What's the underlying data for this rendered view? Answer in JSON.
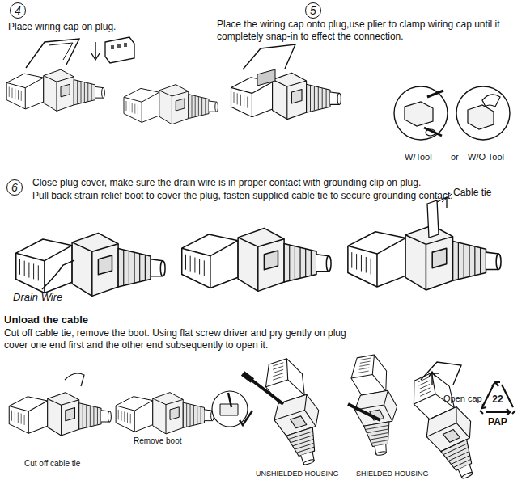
{
  "diagram": {
    "nodes": [
      {
        "text": [
          "4"
        ]
      },
      {
        "text": [
          "5"
        ]
      },
      {
        "text": [
          "6"
        ]
      },
      {
        "text": [
          "22",
          "PAP"
        ]
      }
    ],
    "labels": [
      "Place wiring cap on plug.",
      "Place the wiring cap onto plug,use plier to clamp wiring cap until it completely snap-in to effect the connection.",
      "W/Tool",
      "or",
      "W/O Tool",
      "Close plug cover, make sure the drain wire is in proper contact with grounding clip on plug.",
      "Pull back strain relief boot to cover the plug, fasten supplied cable tie to secure grounding contact.",
      "Drain Wire",
      "Cable tie",
      "Unload the cable",
      "Cut off cable tie, remove the boot. Using flat screw driver and pry gently on plug cover one end first and the other end subsequently to open it.",
      "Cut off cable tie",
      "Remove boot",
      "UNSHIELDED HOUSING",
      "SHIELDED HOUSING",
      "Open cap"
    ]
  }
}
